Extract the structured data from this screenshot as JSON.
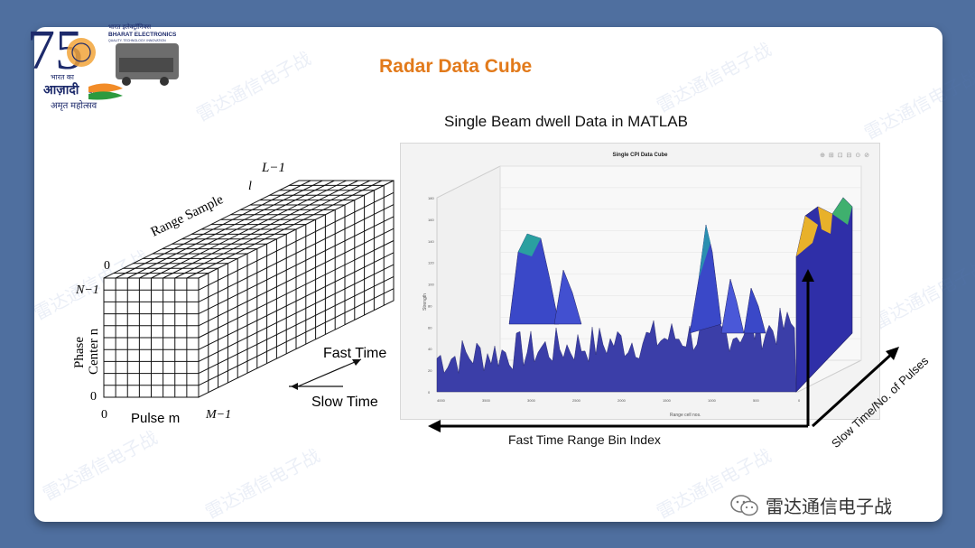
{
  "slide": {
    "title": "Radar Data Cube",
    "subtitle": "Single Beam dwell Data in MATLAB"
  },
  "logo": {
    "number": "75",
    "org_line1": "भारत इलेक्ट्रॉनिक्स",
    "org_line2": "BHARAT ELECTRONICS",
    "org_line3": "QUALITY, TECHNOLOGY, INNOVATION",
    "line_a": "भारत का",
    "line_b": "आज़ादी",
    "line_b2": "का",
    "line_c": "अमृत महोत्सव"
  },
  "cube": {
    "range_label": "Range Sample",
    "range_var": "l",
    "l_max": "L−1",
    "zero_top": "0",
    "n_max": "N−1",
    "phase_label": "Phase",
    "center_label": "Center n",
    "zero_left": "0",
    "zero_bottom": "0",
    "pulse_label": "Pulse m",
    "m_max": "M−1",
    "fast_time": "Fast Time",
    "slow_time": "Slow Time"
  },
  "plot": {
    "title": "Single CPI Data Cube",
    "toolbar": "⊕ ⊞ ⊡ ⊟ ⊙ ⊘",
    "xlabel": "Range cell nos.",
    "ylabel": "Strength",
    "yticks": [
      "180",
      "160",
      "140",
      "120",
      "100",
      "80",
      "60",
      "40",
      "20",
      "0"
    ],
    "xticks": [
      "4000",
      "3500",
      "3000",
      "2500",
      "2000",
      "1500",
      "1000",
      "500",
      "0"
    ]
  },
  "annotations": {
    "fast_axis": "Fast Time Range Bin Index",
    "slow_axis": "Slow Time/No. of Pulses"
  },
  "watermark": "雷达通信电子战",
  "footer": {
    "brand": "雷达通信电子战"
  },
  "colors": {
    "background": "#4f6f9f",
    "title": "#e27a1b",
    "surface_main": "#3a3fb0",
    "surface_peak": "#27a0a0"
  }
}
